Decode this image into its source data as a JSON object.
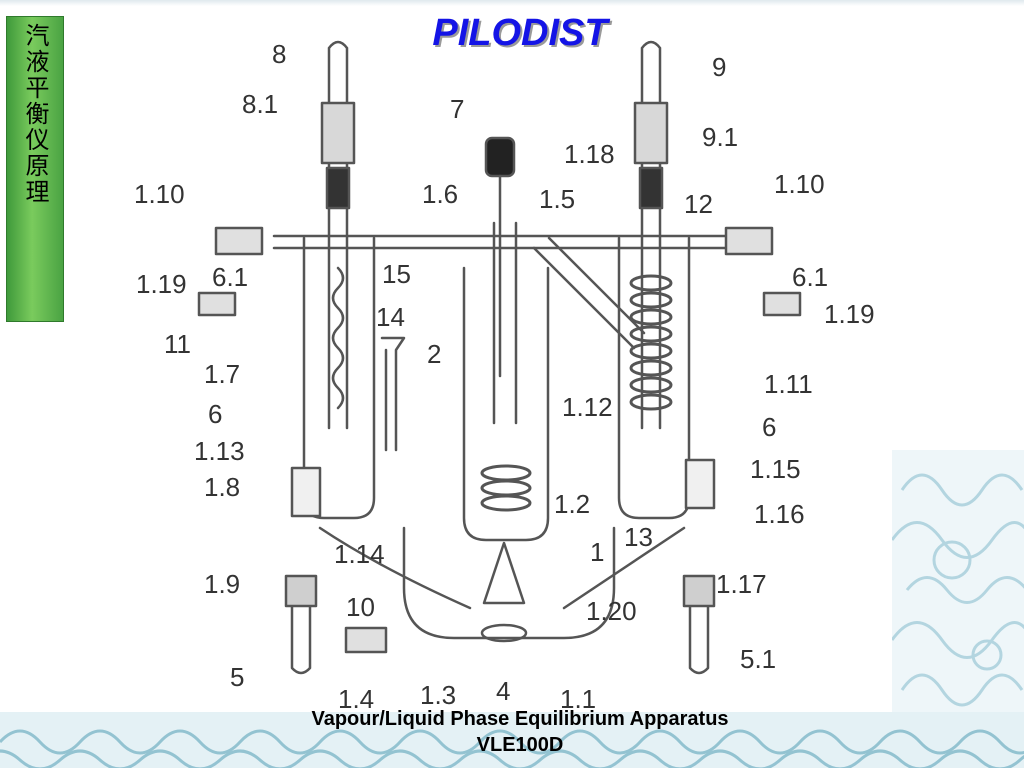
{
  "side_tab": {
    "text": "汽液平衡仪原理"
  },
  "title": "PILODIST",
  "caption": {
    "line1": "Vapour/Liquid Phase Equilibrium Apparatus",
    "line2": "VLE100D"
  },
  "diagram": {
    "labels": [
      "8",
      "8.1",
      "7",
      "1.18",
      "9",
      "9.1",
      "1.10",
      "1.6",
      "1.5",
      "12",
      "1.10",
      "1.19",
      "6.1",
      "15",
      "6.1",
      "14",
      "1.19",
      "11",
      "2",
      "1.7",
      "1.12",
      "1.11",
      "6",
      "6",
      "1.13",
      "1.15",
      "1.8",
      "1.2",
      "1.16",
      "13",
      "1.14",
      "1",
      "1.9",
      "1.17",
      "10",
      "1.20",
      "5",
      "5.1",
      "1.4",
      "1.3",
      "4",
      "1.1"
    ]
  },
  "colors": {
    "title": "#1414e6",
    "side_tab": "#5cb84a",
    "line": "#555555",
    "waves": "#9cc9d6"
  }
}
